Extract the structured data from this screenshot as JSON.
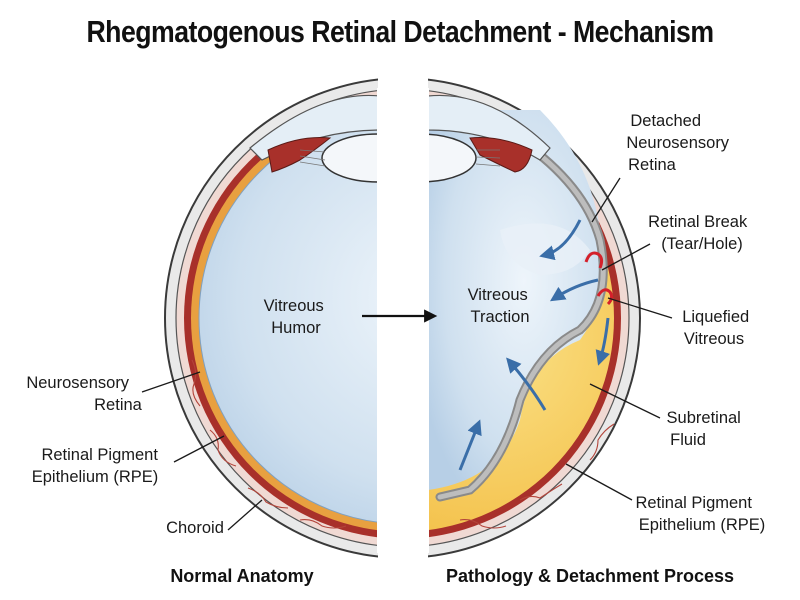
{
  "title": "Rhegmatogenous Retinal Detachment - Mechanism",
  "left_panel": {
    "caption": "Normal Anatomy",
    "center_label": [
      "Vitreous",
      "Humor"
    ],
    "labels": {
      "neurosensory_retina": [
        "Neurosensory",
        "Retina"
      ],
      "rpe": [
        "Retinal Pigment",
        "Epithelium (RPE)"
      ],
      "choroid": [
        "Choroid"
      ]
    }
  },
  "right_panel": {
    "caption": "Pathology & Detachment Process",
    "center_label": [
      "Vitreous",
      "Traction"
    ],
    "labels": {
      "detached_retina": [
        "Detached",
        "Neurosensory",
        "Retina"
      ],
      "retinal_break": [
        "Retinal Break",
        "(Tear/Hole)"
      ],
      "liquefied_vitreous": [
        "Liquefied",
        "Vitreous"
      ],
      "subretinal_fluid": [
        "Subretinal",
        "Fluid"
      ],
      "rpe": [
        "Retinal Pigment",
        "Epithelium (RPE)"
      ]
    }
  },
  "colors": {
    "vitreous": "#c8dcee",
    "retina_red": "#a8302a",
    "rpe_orange": "#e8a040",
    "sclera": "#ececec",
    "fluid_yellow": "#f6cc52",
    "arrow_blue": "#3a6ea8",
    "detached_gray": "#9a9a9a"
  }
}
